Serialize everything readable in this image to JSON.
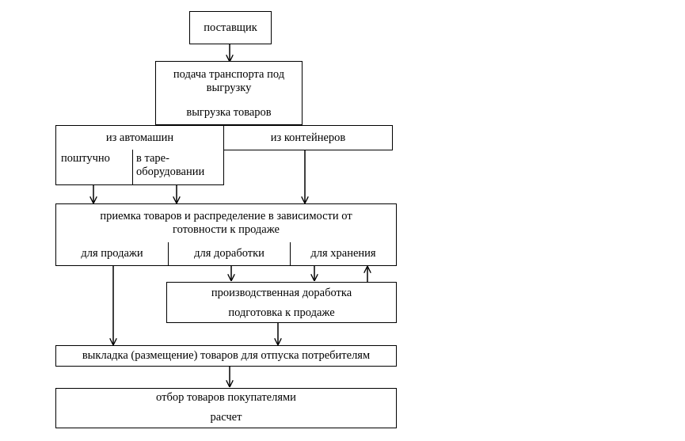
{
  "diagram": {
    "supplier": "поставщик",
    "transport": "подача транспорта под выгрузку",
    "unloading": "выгрузка товаров",
    "from_trucks": "из автомашин",
    "from_containers": "из контейнеров",
    "piecewise": "поштучно",
    "in_packaging": "в таре-оборудовании",
    "acceptance": "приемка товаров и распределение в зависимости от готовности к продаже",
    "for_sale": "для продажи",
    "for_rework": "для доработки",
    "for_storage": "для хранения",
    "production_rework": "производственная доработка",
    "sale_preparation": "подготовка к продаже",
    "display": "выкладка (размещение) товаров для отпуска потребителям",
    "selection": "отбор товаров покупателями",
    "payment": "расчет"
  }
}
